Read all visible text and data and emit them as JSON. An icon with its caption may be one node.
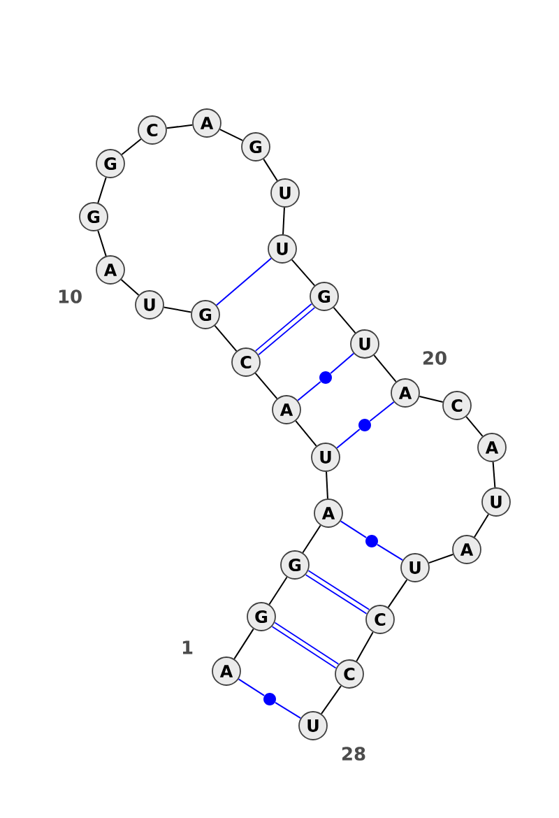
{
  "diagram": {
    "nodes": [
      {
        "text": [
          "A"
        ]
      },
      {
        "text": [
          "G"
        ]
      },
      {
        "text": [
          "G"
        ]
      },
      {
        "text": [
          "A"
        ]
      },
      {
        "text": [
          "U"
        ]
      },
      {
        "text": [
          "A"
        ]
      },
      {
        "text": [
          "C"
        ]
      },
      {
        "text": [
          "G"
        ]
      },
      {
        "text": [
          "U"
        ]
      },
      {
        "text": [
          "A"
        ]
      },
      {
        "text": [
          "G"
        ]
      },
      {
        "text": [
          "G"
        ]
      },
      {
        "text": [
          "C"
        ]
      },
      {
        "text": [
          "A"
        ]
      },
      {
        "text": [
          "G"
        ]
      },
      {
        "text": [
          "U"
        ]
      },
      {
        "text": [
          "U"
        ]
      },
      {
        "text": [
          "G"
        ]
      },
      {
        "text": [
          "U"
        ]
      },
      {
        "text": [
          "A"
        ]
      },
      {
        "text": [
          "C"
        ]
      },
      {
        "text": [
          "A"
        ]
      },
      {
        "text": [
          "U"
        ]
      },
      {
        "text": [
          "A"
        ]
      },
      {
        "text": [
          "U"
        ]
      },
      {
        "text": [
          "C"
        ]
      },
      {
        "text": [
          "C"
        ]
      },
      {
        "text": [
          "U"
        ]
      },
      {
        "text": [],
        "shape": "circle"
      },
      {
        "text": [],
        "shape": "circle"
      },
      {
        "text": [],
        "shape": "circle"
      },
      {
        "text": [],
        "shape": "circle"
      }
    ],
    "edges": [
      {
        "from": 0,
        "to": 1,
        "arrow": "none"
      },
      {
        "from": 1,
        "to": 2,
        "arrow": "none"
      },
      {
        "from": 2,
        "to": 3,
        "arrow": "none"
      },
      {
        "from": 3,
        "to": 4,
        "arrow": "none"
      },
      {
        "from": 4,
        "to": 5,
        "arrow": "none"
      },
      {
        "from": 5,
        "to": 6,
        "arrow": "none"
      },
      {
        "from": 6,
        "to": 7,
        "arrow": "none"
      },
      {
        "from": 7,
        "to": 8,
        "arrow": "none"
      },
      {
        "from": 8,
        "to": 9,
        "arrow": "none"
      },
      {
        "from": 9,
        "to": 10,
        "arrow": "none"
      },
      {
        "from": 10,
        "to": 11,
        "arrow": "none"
      },
      {
        "from": 11,
        "to": 12,
        "arrow": "none"
      },
      {
        "from": 12,
        "to": 13,
        "arrow": "none"
      },
      {
        "from": 13,
        "to": 14,
        "arrow": "none"
      },
      {
        "from": 14,
        "to": 15,
        "arrow": "none"
      },
      {
        "from": 15,
        "to": 16,
        "arrow": "none"
      },
      {
        "from": 16,
        "to": 17,
        "arrow": "none"
      },
      {
        "from": 17,
        "to": 18,
        "arrow": "none"
      },
      {
        "from": 18,
        "to": 19,
        "arrow": "none"
      },
      {
        "from": 19,
        "to": 20,
        "arrow": "none"
      },
      {
        "from": 20,
        "to": 21,
        "arrow": "none"
      },
      {
        "from": 21,
        "to": 22,
        "arrow": "none"
      },
      {
        "from": 22,
        "to": 23,
        "arrow": "none"
      },
      {
        "from": 23,
        "to": 24,
        "arrow": "none"
      },
      {
        "from": 24,
        "to": 25,
        "arrow": "none"
      },
      {
        "from": 25,
        "to": 26,
        "arrow": "none"
      },
      {
        "from": 26,
        "to": 27,
        "arrow": "none"
      },
      {
        "from": 0,
        "to": 31,
        "arrow": "none",
        "color": "#0000ff"
      },
      {
        "from": 31,
        "to": 27,
        "arrow": "none",
        "color": "#0000ff"
      },
      {
        "from": 1,
        "to": 26,
        "arrow": "none",
        "style": "thick",
        "color": "#0000ff"
      },
      {
        "from": 2,
        "to": 25,
        "arrow": "none",
        "style": "thick",
        "color": "#0000ff"
      },
      {
        "from": 3,
        "to": 30,
        "arrow": "none",
        "color": "#0000ff"
      },
      {
        "from": 30,
        "to": 24,
        "arrow": "none",
        "color": "#0000ff"
      },
      {
        "from": 4,
        "to": 29,
        "arrow": "none",
        "color": "#0000ff"
      },
      {
        "from": 29,
        "to": 19,
        "arrow": "none",
        "color": "#0000ff"
      },
      {
        "from": 5,
        "to": 28,
        "arrow": "none",
        "color": "#0000ff"
      },
      {
        "from": 28,
        "to": 18,
        "arrow": "none",
        "color": "#0000ff"
      },
      {
        "from": 6,
        "to": 17,
        "arrow": "none",
        "style": "thick",
        "color": "#0000ff"
      },
      {
        "from": 7,
        "to": 16,
        "arrow": "none",
        "color": "#0000ff"
      }
    ],
    "labels": [
      "10",
      "20",
      "1",
      "28"
    ]
  }
}
